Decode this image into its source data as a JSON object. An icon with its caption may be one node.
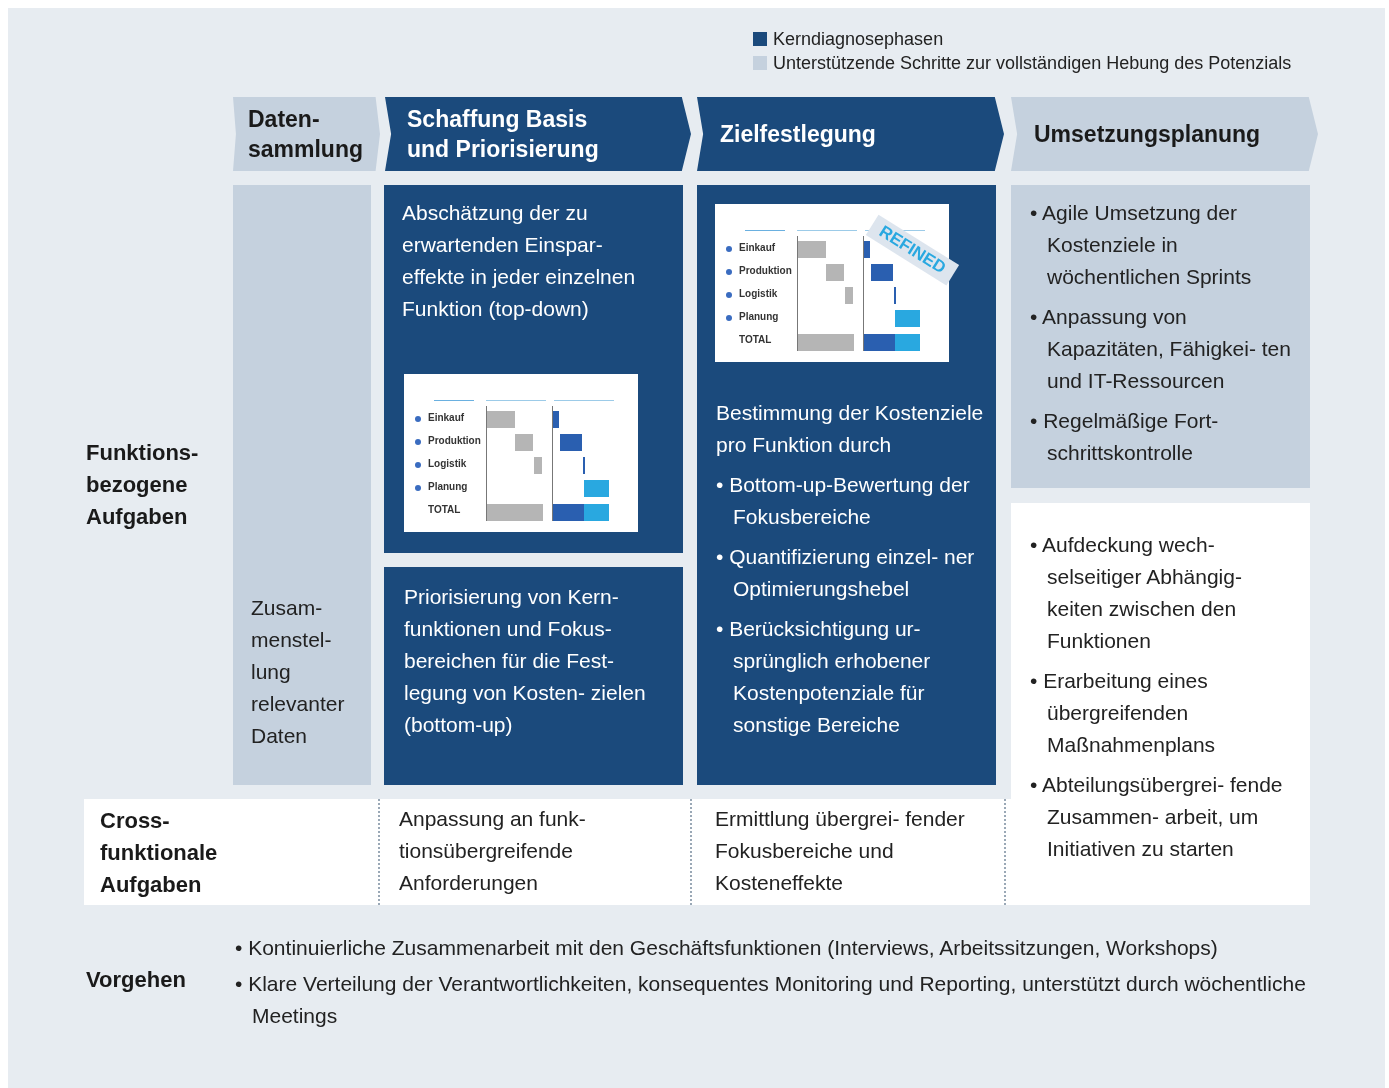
{
  "diagram": {
    "nodes": [
      {
        "text": [
          "Daten- sammlung"
        ]
      },
      {
        "text": [
          "Schaffung Basis und Priorisierung"
        ]
      },
      {
        "text": [
          "Zielfestlegung"
        ]
      },
      {
        "text": [
          "Umsetzungsplanung"
        ]
      },
      {
        "text": [
          "Zusam- menstel- lung relevanter Daten"
        ]
      },
      {
        "text": [
          "Abschätzung der zu erwartenden Einspar- effekte in jeder einzelnen Funktion (top-down)"
        ]
      },
      {
        "text": [
          "Priorisierung von Kern- funktionen und Fokus- bereichen für die Fest- legung von Kosten- zielen (bottom-up)"
        ]
      },
      {
        "text": [
          "Bestimmung der Kostenziele pro Funktion durch",
          "• Bottom-up-Bewertung der Fokusbereiche",
          "• Quantifizierung einzel- ner Optimierungshebel",
          "• Berücksichtigung ur- sprünglich erhobener Kostenpotenziale für sonstige Bereiche"
        ]
      },
      {
        "text": [
          "• Agile Umsetzung der Kostenziele in wöchentlichen Sprints",
          "• Anpassung von Kapazitäten, Fähigkei- ten und IT-Ressourcen",
          "• Regelmäßige Fort- schrittskontrolle"
        ]
      },
      {
        "text": [
          "• Aufdeckung wech- selseitiger Abhängig- keiten zwischen den Funktionen",
          "• Erarbeitung eines übergreifenden Maßnahmenplans",
          "• Abteilungsübergrei- fende Zusammen- arbeit, um Initiativen zu starten"
        ]
      },
      {
        "text": [
          "Anpassung an funk- tionsübergreifende Anforderungen"
        ]
      },
      {
        "text": [
          "Ermittlung übergrei- fender Fokusbereiche und Kosteneffekte"
        ]
      }
    ],
    "labels": [
      "Funktions- bezogene Aufgaben",
      "Einkauf",
      "Produktion",
      "Logistik",
      "Planung",
      "TOTAL",
      "Einkauf",
      "Produktion",
      "Logistik",
      "Planung",
      "TOTAL",
      "REFINED",
      "Cross- funktionale Aufgaben",
      "Vorgehen",
      "• Kontinuierliche Zusammenarbeit mit den Geschäftsfunktionen (Interviews, Arbeitssitzungen, Workshops)",
      "• Klare Verteilung der Verantwortlichkeiten, konsequentes Monitoring und Reporting, unterstützt durch wöchentliche Meetings"
    ],
    "legend": [
      {
        "text": "Kerndiagnosephasen",
        "color": "#1b4a7c"
      },
      {
        "text": "Unterstützende Schritte zur vollständigen Hebung des Potenzials",
        "color": "#c5d1de"
      }
    ]
  }
}
